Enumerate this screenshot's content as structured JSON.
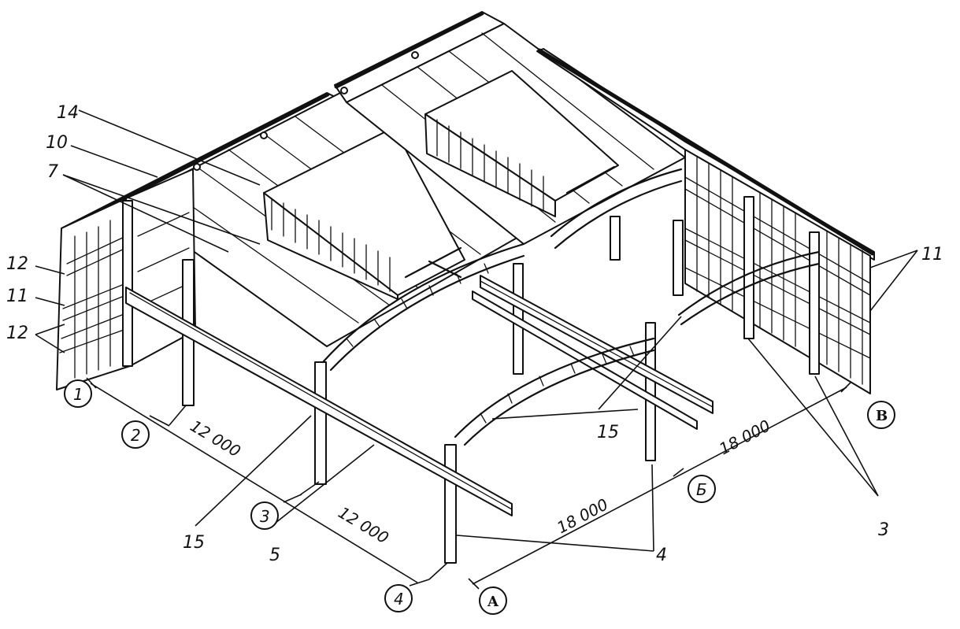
{
  "diagram": {
    "part_labels": {
      "l14": "14",
      "l10": "10",
      "l7": "7",
      "l12a": "12",
      "l11a": "11",
      "l12b": "12",
      "l11b": "11",
      "l15a": "15",
      "l15b": "15",
      "l5": "5",
      "l4": "4",
      "l3": "3"
    },
    "dimensions": {
      "d1": "12 000",
      "d2": "12 000",
      "d3": "18 000",
      "d4": "18 000"
    },
    "axes": {
      "a1": "1",
      "a2": "2",
      "a3": "3",
      "a4": "4",
      "aA": "A",
      "aB": "Б",
      "aV": "В"
    }
  }
}
